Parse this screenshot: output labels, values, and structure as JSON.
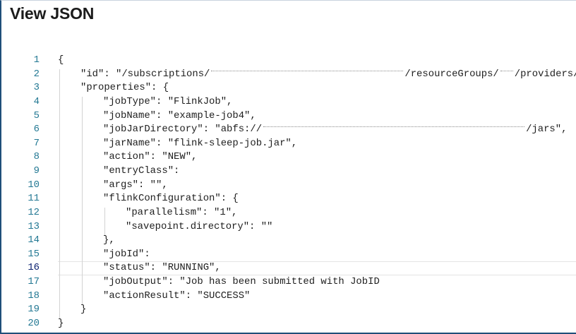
{
  "panel": {
    "title": "View JSON"
  },
  "editor": {
    "current_line": 16,
    "lines": [
      {
        "n": "1",
        "indent": 0,
        "parts": [
          {
            "t": "{"
          }
        ]
      },
      {
        "n": "2",
        "indent": 1,
        "parts": [
          {
            "t": "\"id\": \"/subscriptions/"
          },
          {
            "redact": "long"
          },
          {
            "t": "/resourceGroups/"
          },
          {
            "redact": "short"
          },
          {
            "t": "/providers/"
          }
        ]
      },
      {
        "n": "3",
        "indent": 1,
        "parts": [
          {
            "t": "\"properties\": {"
          }
        ]
      },
      {
        "n": "4",
        "indent": 2,
        "parts": [
          {
            "t": "\"jobType\": \"FlinkJob\","
          }
        ]
      },
      {
        "n": "5",
        "indent": 2,
        "parts": [
          {
            "t": "\"jobName\": \"example-job4\","
          }
        ]
      },
      {
        "n": "6",
        "indent": 2,
        "parts": [
          {
            "t": "\"jobJarDirectory\": \"abfs://"
          },
          {
            "redact": "long2"
          },
          {
            "t": "/jars\","
          }
        ]
      },
      {
        "n": "7",
        "indent": 2,
        "parts": [
          {
            "t": "\"jarName\": \"flink-sleep-job.jar\","
          }
        ]
      },
      {
        "n": "8",
        "indent": 2,
        "parts": [
          {
            "t": "\"action\": \"NEW\","
          }
        ]
      },
      {
        "n": "9",
        "indent": 2,
        "parts": [
          {
            "t": "\"entryClass\":"
          }
        ]
      },
      {
        "n": "10",
        "indent": 2,
        "parts": [
          {
            "t": "\"args\": \"\","
          }
        ]
      },
      {
        "n": "11",
        "indent": 2,
        "parts": [
          {
            "t": "\"flinkConfiguration\": {"
          }
        ]
      },
      {
        "n": "12",
        "indent": 3,
        "parts": [
          {
            "t": "\"parallelism\": \"1\","
          }
        ]
      },
      {
        "n": "13",
        "indent": 3,
        "parts": [
          {
            "t": "\"savepoint.directory\": \"\""
          }
        ]
      },
      {
        "n": "14",
        "indent": 2,
        "parts": [
          {
            "t": "},"
          }
        ]
      },
      {
        "n": "15",
        "indent": 2,
        "parts": [
          {
            "t": "\"jobId\":"
          }
        ]
      },
      {
        "n": "16",
        "indent": 2,
        "parts": [
          {
            "t": "\"status\": \"RUNNING\","
          }
        ]
      },
      {
        "n": "17",
        "indent": 2,
        "parts": [
          {
            "t": "\"jobOutput\": \"Job has been submitted with JobID"
          }
        ]
      },
      {
        "n": "18",
        "indent": 2,
        "parts": [
          {
            "t": "\"actionResult\": \"SUCCESS\""
          }
        ]
      },
      {
        "n": "19",
        "indent": 1,
        "parts": [
          {
            "t": "}"
          }
        ]
      },
      {
        "n": "20",
        "indent": 0,
        "parts": [
          {
            "t": "}"
          }
        ]
      }
    ]
  }
}
